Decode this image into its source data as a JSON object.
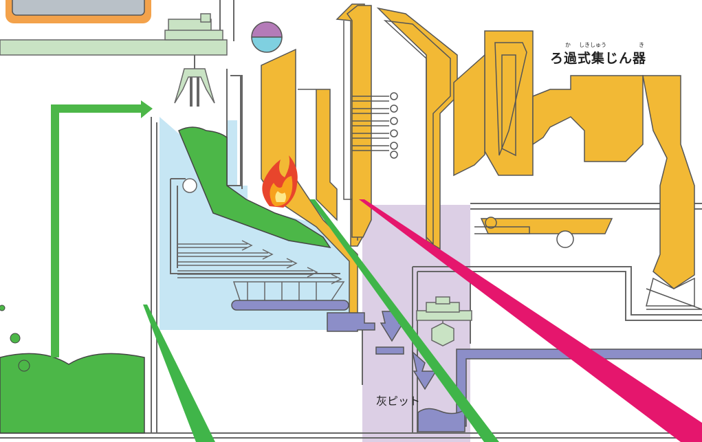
{
  "labels": {
    "bag_filter": {
      "text": "ろ過式集じん器",
      "ruby": [
        "か",
        "しきしゅう",
        "き"
      ]
    },
    "ash_pit": "灰ピット"
  },
  "colors": {
    "boiler_orange": "#f2b935",
    "waste_green": "#4cb748",
    "fresh_green": "#40b549",
    "water_blue": "#c6e6f4",
    "crane_green": "#c9e3c4",
    "ash_purple": "#dccfe5",
    "ash_conveyor": "#8c8ec8",
    "laser_pink": "#e5166d",
    "outline": "#555555"
  }
}
